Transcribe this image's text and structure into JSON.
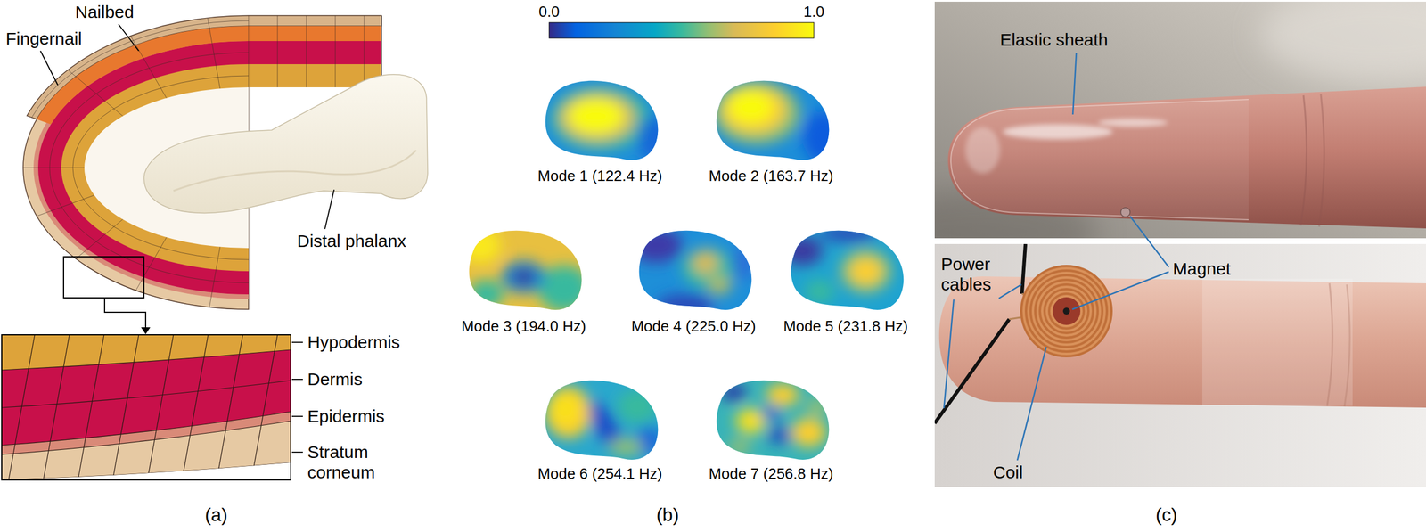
{
  "diagram": {
    "labels": [
      "Fingernail",
      "Nailbed",
      "Distal phalanx",
      "Hypodermis",
      "Dermis",
      "Epidermis",
      "Stratum corneum",
      "(a)",
      "0.0",
      "1.0",
      "Mode 1 (122.4 Hz)",
      "Mode 2 (163.7 Hz)",
      "Mode 3 (194.0 Hz)",
      "Mode 4 (225.0 Hz)",
      "Mode 5 (231.8 Hz)",
      "Mode 6 (254.1 Hz)",
      "Mode 7 (256.8 Hz)",
      "(b)",
      "Elastic sheath",
      "Power cables",
      "Magnet",
      "Coil",
      "(c)"
    ]
  }
}
